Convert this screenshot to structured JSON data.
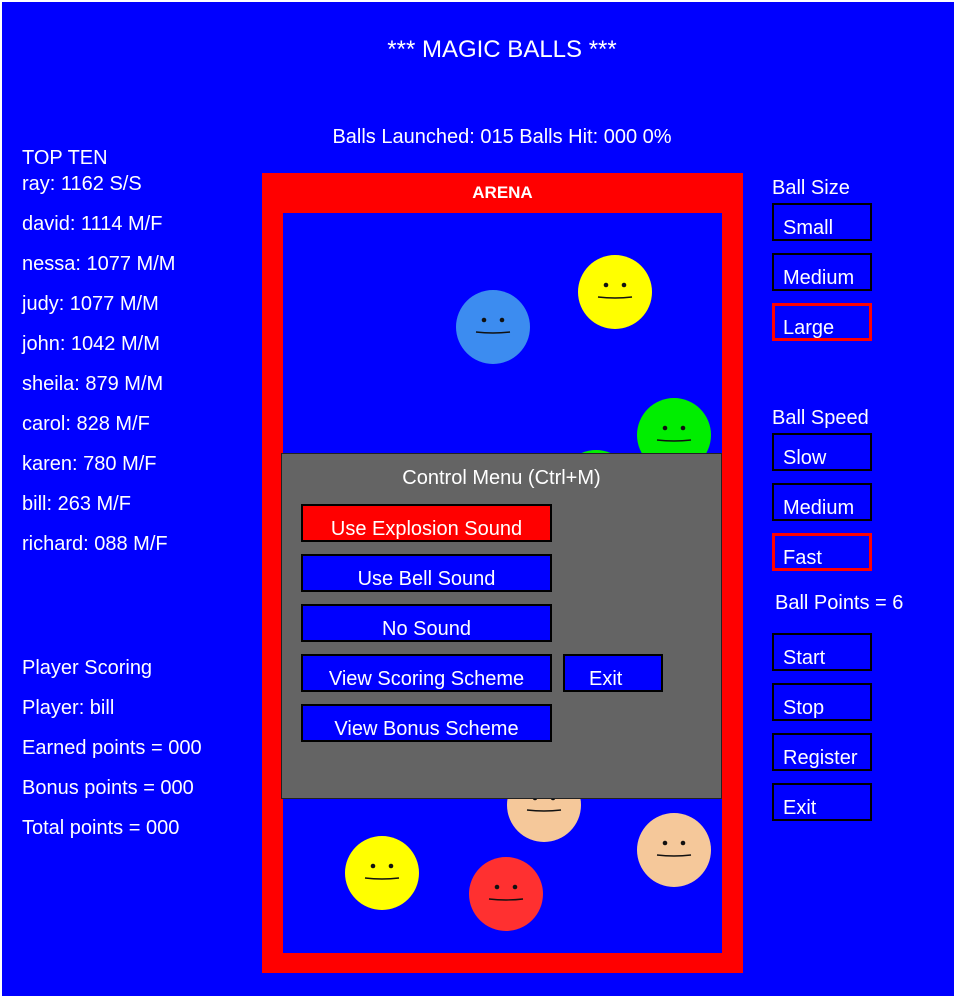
{
  "title": "*** MAGIC BALLS ***",
  "stats": "Balls Launched: 015  Balls Hit: 000  0%",
  "top_ten": {
    "heading": "TOP TEN",
    "entries": [
      "ray: 1162 S/S",
      "david: 1114 M/F",
      "nessa: 1077 M/M",
      "judy: 1077 M/M",
      "john: 1042 M/M",
      "sheila: 879 M/M",
      "carol: 828 M/F",
      "karen: 780 M/F",
      "bill: 263 M/F",
      "richard: 088 M/F"
    ]
  },
  "scoring": {
    "heading": "Player Scoring",
    "player": "Player: bill",
    "earned": "Earned points = 000",
    "bonus": "Bonus points = 000",
    "total": "Total points = 000"
  },
  "arena": {
    "label": "ARENA",
    "balls": [
      {
        "color": "#3c8cf0"
      },
      {
        "color": "#ffff00"
      },
      {
        "color": "#00ee00"
      },
      {
        "color": "#00ee00"
      },
      {
        "color": "#f5c89a"
      },
      {
        "color": "#f5c89a"
      },
      {
        "color": "#ffff00"
      },
      {
        "color": "#ff3030"
      }
    ]
  },
  "control_menu": {
    "title": "Control Menu (Ctrl+M)",
    "explosion": "Use Explosion Sound",
    "bell": "Use Bell Sound",
    "no_sound": "No Sound",
    "scoring_scheme": "View Scoring Scheme",
    "bonus_scheme": "View Bonus Scheme",
    "exit": "Exit"
  },
  "ball_size": {
    "label": "Ball Size",
    "small": "Small",
    "medium": "Medium",
    "large": "Large"
  },
  "ball_speed": {
    "label": "Ball Speed",
    "slow": "Slow",
    "medium": "Medium",
    "fast": "Fast"
  },
  "ball_points": "Ball Points = 6",
  "actions": {
    "start": "Start",
    "stop": "Stop",
    "register": "Register",
    "exit": "Exit"
  },
  "colors": {
    "background": "#0000ff",
    "arena_border": "#ff0000",
    "menu_bg": "#646464",
    "selected": "#ff0000"
  }
}
